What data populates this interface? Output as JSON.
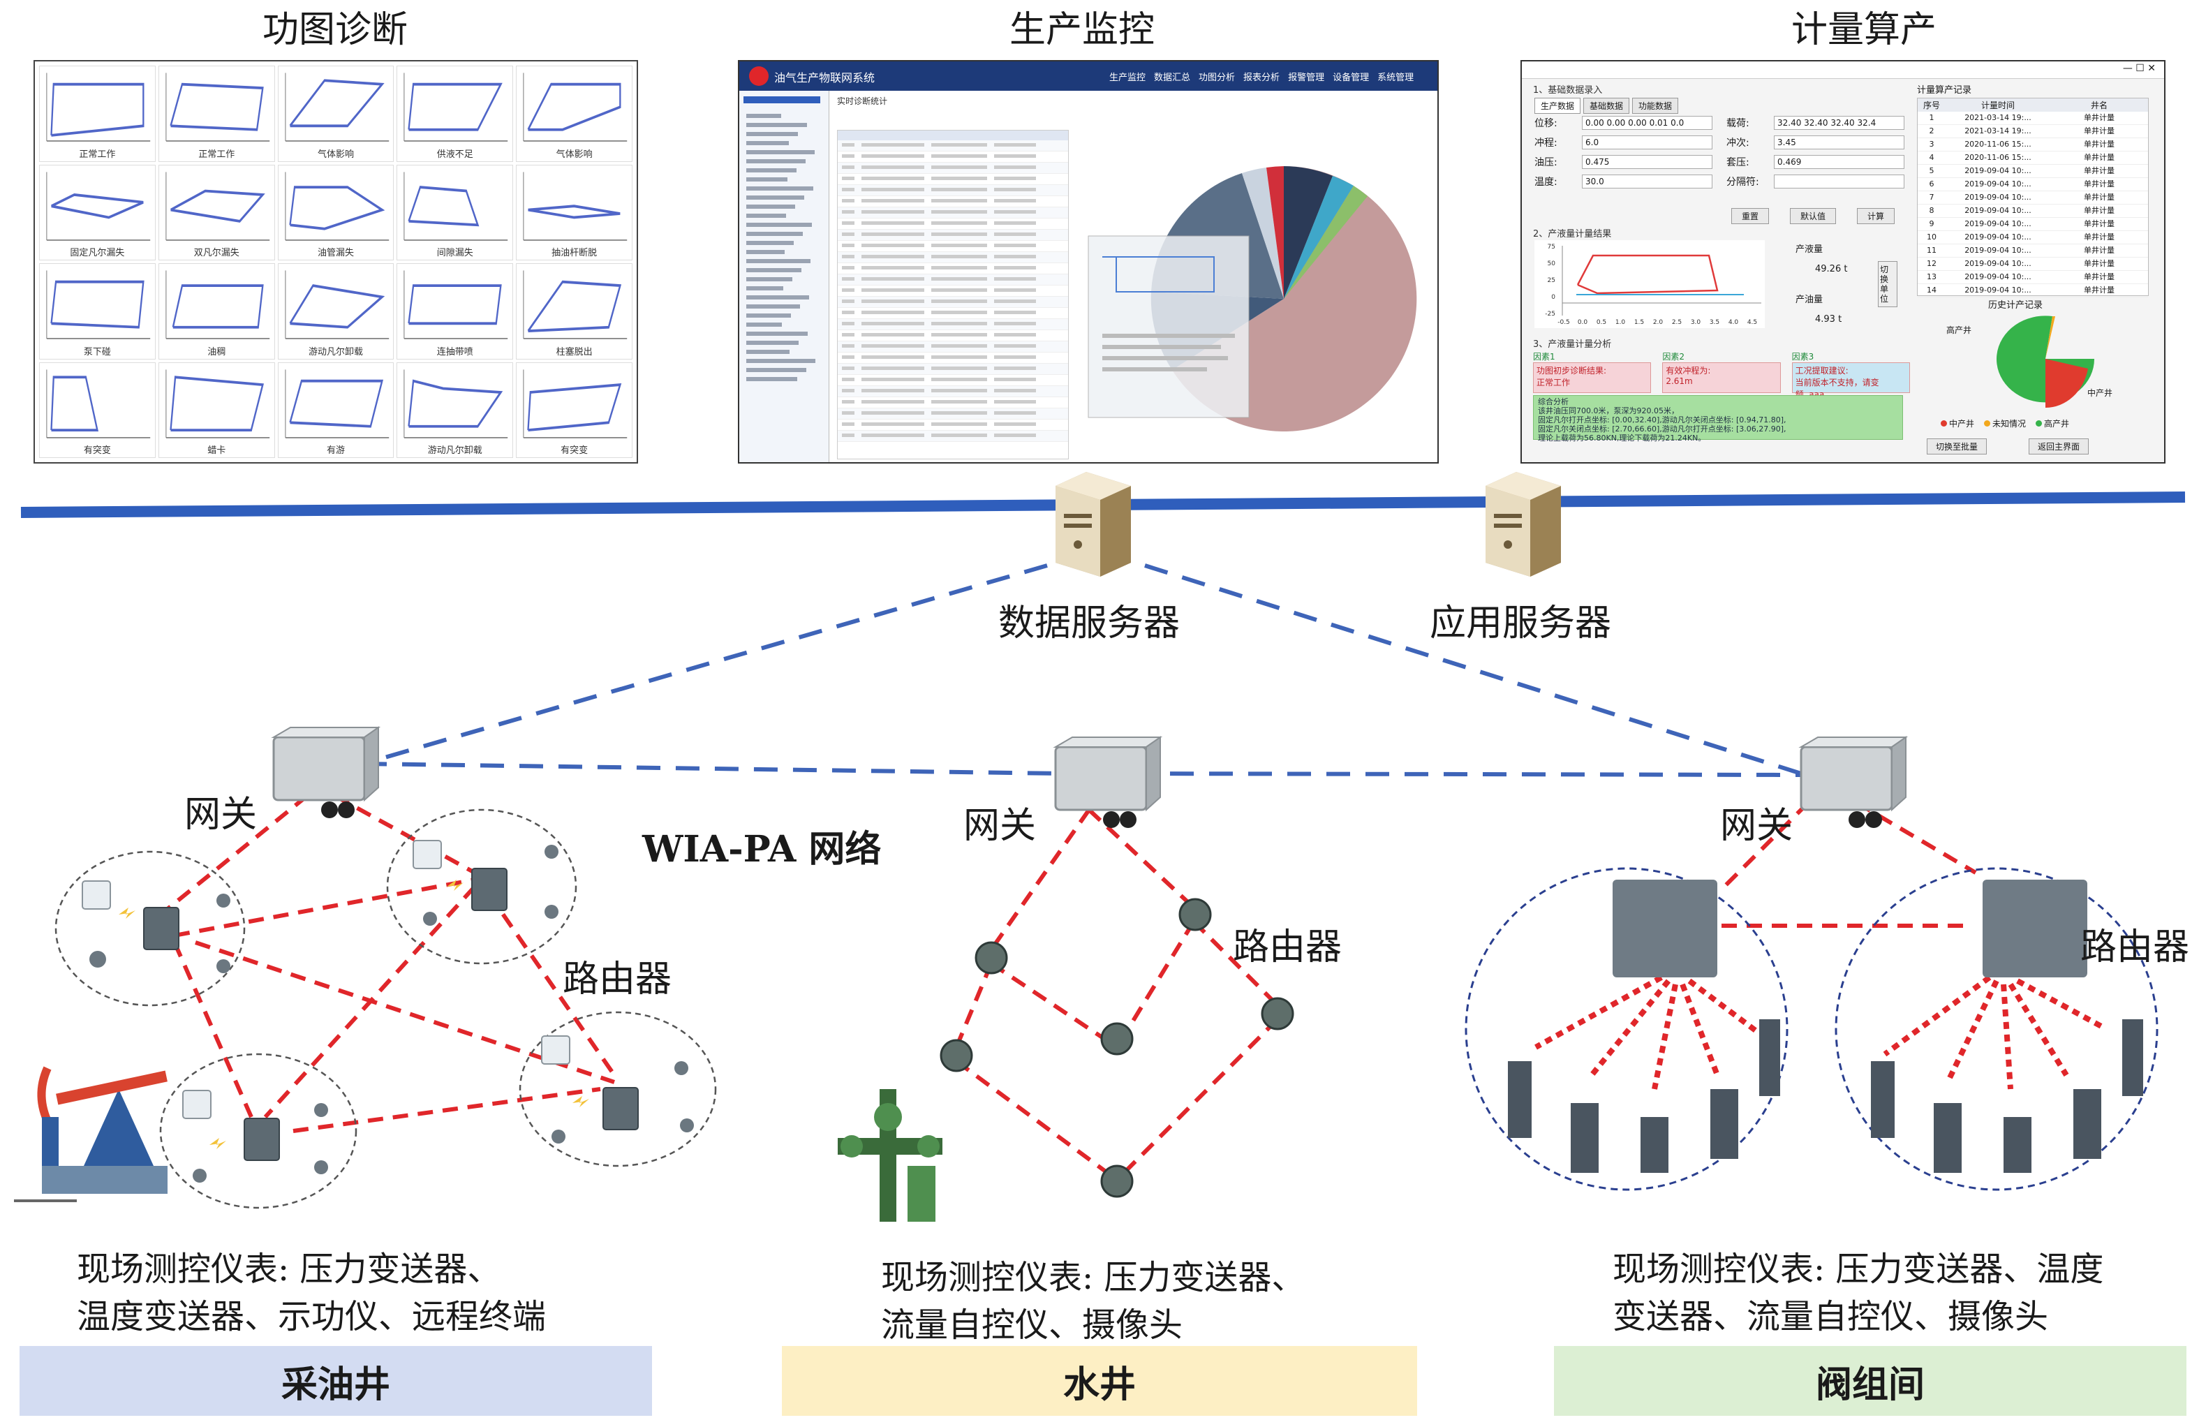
{
  "panels": {
    "dyn": {
      "title": "功图诊断",
      "cards": [
        "正常工作",
        "正常工作",
        "气体影响",
        "供液不足",
        "气体影响",
        "固定凡尔漏失",
        "双凡尔漏失",
        "油管漏失",
        "间隙漏失",
        "抽油杆断脱",
        "泵下碰",
        "油稠",
        "游动凡尔卸载",
        "连抽带喷",
        "柱塞脱出",
        "有突变",
        "蜡卡",
        "有游",
        "游动凡尔卸载",
        "有突变"
      ]
    },
    "monitor": {
      "title": "生产监控",
      "app_name": "油气生产物联网系统",
      "nav_items": [
        "生产监控",
        "数据汇总",
        "功图分析",
        "报表分析",
        "报警管理",
        "设备管理",
        "系统管理"
      ],
      "tab_label": "实时诊断统计"
    },
    "metering": {
      "title": "计量算产",
      "section1": "1、基础数据录入",
      "tabs": [
        "生产数据",
        "基础数据",
        "功能数据"
      ],
      "fields": [
        {
          "label": "位移:",
          "value": "0.00 0.00 0.00 0.01 0.0"
        },
        {
          "label": "载荷:",
          "value": "32.40 32.40 32.40 32.4"
        },
        {
          "label": "冲程:",
          "value": "6.0"
        },
        {
          "label": "冲次:",
          "value": "3.45"
        },
        {
          "label": "油压:",
          "value": "0.475"
        },
        {
          "label": "套压:",
          "value": "0.469"
        },
        {
          "label": "温度:",
          "value": "30.0"
        },
        {
          "label": "分隔符:",
          "value": ""
        }
      ],
      "buttons": [
        "重置",
        "默认值",
        "计算"
      ],
      "section2": "2、产液量计量结果",
      "result_liquid_label": "产液量",
      "result_liquid": "49.26 t",
      "result_oil_label": "产油量",
      "result_oil": "4.93 t",
      "switch_label": "切换单位",
      "chart_y_ticks": [
        "75",
        "50",
        "25",
        "0",
        "-25"
      ],
      "chart_x_ticks": [
        "-0.5",
        "0.0",
        "0.5",
        "1.0",
        "1.5",
        "2.0",
        "2.5",
        "3.0",
        "3.5",
        "4.0",
        "4.5"
      ],
      "section3": "3、产液量计量分析",
      "factors": [
        {
          "title": "因素1",
          "text": "功图初步诊断结果:",
          "text2": "正常工作"
        },
        {
          "title": "因素2",
          "text": "有效冲程为:",
          "text2": "2.61m"
        },
        {
          "title": "因素3",
          "text": "工况提取建议:",
          "text2": "当前版本不支持，请变频..aaa"
        }
      ],
      "summary_title": "综合分析",
      "summary_lines": [
        "该井油压同700.0米，泵深为920.05米，",
        "固定凡尔打开点坐标: [0.00,32.40],游动凡尔关闭点坐标: [0.94,71.80],",
        "固定凡尔关闭点坐标: [2.70,66.60],游动凡尔打开点坐标: [3.06,27.90],",
        "理论上载荷为56.80KN,理论下载荷为21.24KN。"
      ],
      "records_title": "计量算产记录",
      "records_headers": [
        "序号",
        "计量时间",
        "井名"
      ],
      "records": [
        [
          "1",
          "2021-03-14 19:...",
          "单井计量"
        ],
        [
          "2",
          "2021-03-14 19:...",
          "单井计量"
        ],
        [
          "3",
          "2020-11-06 15:...",
          "单井计量"
        ],
        [
          "4",
          "2020-11-06 15:...",
          "单井计量"
        ],
        [
          "5",
          "2019-09-04 10:...",
          "单井计量"
        ],
        [
          "6",
          "2019-09-04 10:...",
          "单井计量"
        ],
        [
          "7",
          "2019-09-04 10:...",
          "单井计量"
        ],
        [
          "8",
          "2019-09-04 10:...",
          "单井计量"
        ],
        [
          "9",
          "2019-09-04 10:...",
          "单井计量"
        ],
        [
          "10",
          "2019-09-04 10:...",
          "单井计量"
        ],
        [
          "11",
          "2019-09-04 10:...",
          "单井计量"
        ],
        [
          "12",
          "2019-09-04 10:...",
          "单井计量"
        ],
        [
          "13",
          "2019-09-04 10:...",
          "单井计量"
        ],
        [
          "14",
          "2019-09-04 10:...",
          "单井计量"
        ]
      ],
      "history_title": "历史计产记录",
      "pie_labels": [
        "高产井",
        "中产井"
      ],
      "legend": [
        "中产井",
        "未知情况",
        "高产井"
      ],
      "bottom_buttons": [
        "切换至批量",
        "返回主界面"
      ]
    }
  },
  "servers": {
    "data": "数据服务器",
    "app": "应用服务器"
  },
  "network": {
    "gateway": "网关",
    "router": "路由器",
    "wia": "WIA-PA 网络"
  },
  "descriptions": {
    "oil": [
      "现场测控仪表: 压力变送器、",
      "温度变送器、示功仪、远程终端"
    ],
    "water": [
      "现场测控仪表: 压力变送器、",
      "流量自控仪、摄像头"
    ],
    "valve": [
      "现场测控仪表: 压力变送器、温度",
      "变送器、流量自控仪、摄像头"
    ]
  },
  "bands": {
    "oil": "采油井",
    "water": "水井",
    "valve": "阀组间"
  },
  "colors": {
    "backbone": "#2f5ebc",
    "dashed_blue": "#3e64b8",
    "dashed_red": "#e0262a",
    "band_oil": "#d3dcf2",
    "band_water": "#fdefc4",
    "band_valve": "#dcefd3"
  }
}
